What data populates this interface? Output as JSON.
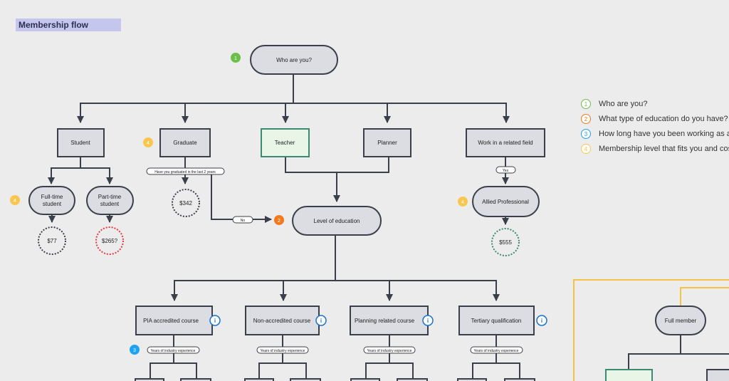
{
  "title": "Membership flow",
  "colors": {
    "green": "#6cc04a",
    "orange": "#f07a1d",
    "blue": "#1da1f2",
    "yellow": "#f9c74f",
    "teacher_fill": "#e8f5e7",
    "teacher_border": "#3a8b6f"
  },
  "nodes": {
    "who": "Who are you?",
    "student": "Student",
    "graduate": "Graduate",
    "teacher": "Teacher",
    "planner": "Planner",
    "work": "Work in a related field",
    "fulltime": [
      "Full-time",
      "student"
    ],
    "parttime": [
      "Part-time",
      "student"
    ],
    "level": "Level of education",
    "allied": "Allied Professional",
    "pia": "PIA accredited course",
    "nonacc": "Non-accredited course",
    "planning": "Planning related course",
    "tertiary": "Tertiary qualification",
    "full_member": "Full member"
  },
  "prices": {
    "p77": "$77",
    "p265": "$265?",
    "p342": "$342",
    "p555": "$555"
  },
  "pills": {
    "graduated": "Have you graduated in the last 2 years",
    "no": "No",
    "yes": "Yes",
    "years": "Years of industry experience"
  },
  "badges": {
    "b1": "1",
    "b2": "2",
    "b3": "3",
    "b4": "4"
  },
  "legend": [
    {
      "num": "1",
      "text": "Who are you?",
      "color": "#6cc04a"
    },
    {
      "num": "2",
      "text": "What type of education do you have?",
      "color": "#f07a1d"
    },
    {
      "num": "3",
      "text": "How long have you been working as a p",
      "color": "#1da1f2"
    },
    {
      "num": "4",
      "text": "Membership level that fits you and cost",
      "color": "#f9c74f"
    }
  ],
  "info_icon": "info-icon"
}
